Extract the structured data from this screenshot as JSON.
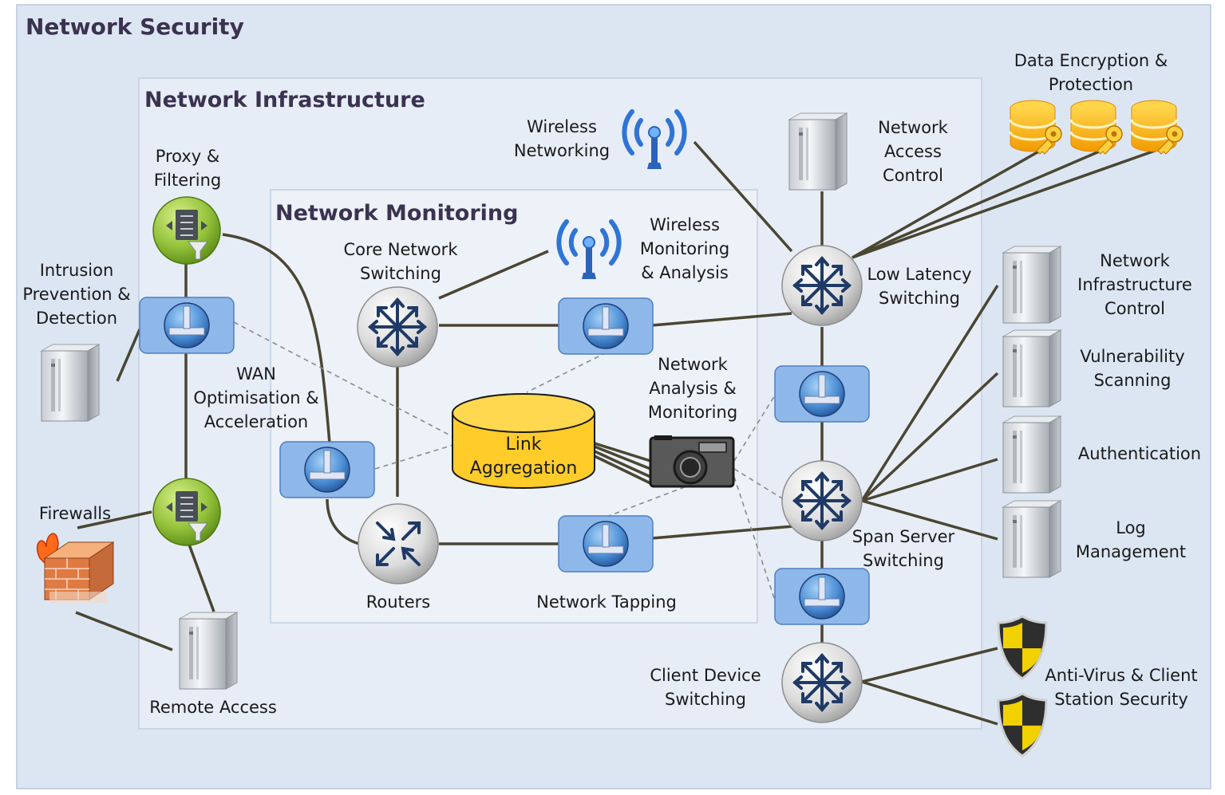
{
  "groups": {
    "security": "Network Security",
    "infrastructure": "Network Infrastructure",
    "monitoring": "Network Monitoring"
  },
  "labels": {
    "proxy": [
      "Proxy &",
      "Filtering"
    ],
    "ips": [
      "Intrusion",
      "Prevention &",
      "Detection"
    ],
    "wan": [
      "WAN",
      "Optimisation &",
      "Acceleration"
    ],
    "firewalls": [
      "Firewalls"
    ],
    "remote": [
      "Remote Access"
    ],
    "core": [
      "Core Network",
      "Switching"
    ],
    "wmon": [
      "Wireless",
      "Monitoring",
      "& Analysis"
    ],
    "wnet": [
      "Wireless",
      "Networking"
    ],
    "nac": [
      "Network",
      "Access",
      "Control"
    ],
    "enc": [
      "Data Encryption &",
      "Protection"
    ],
    "lowlat": [
      "Low Latency",
      "Switching"
    ],
    "nic": [
      "Network",
      "Infrastructure",
      "Control"
    ],
    "vuln": [
      "Vulnerability",
      "Scanning"
    ],
    "auth": [
      "Authentication"
    ],
    "log": [
      "Log",
      "Management"
    ],
    "nam": [
      "Network",
      "Analysis &",
      "Monitoring"
    ],
    "span": [
      "Span Server",
      "Switching"
    ],
    "routers": [
      "Routers"
    ],
    "tapping": [
      "Network Tapping"
    ],
    "client": [
      "Client Device",
      "Switching"
    ],
    "av": [
      "Anti-Virus & Client",
      "Station Security"
    ]
  },
  "link_aggregation": [
    "Link",
    "Aggregation"
  ]
}
